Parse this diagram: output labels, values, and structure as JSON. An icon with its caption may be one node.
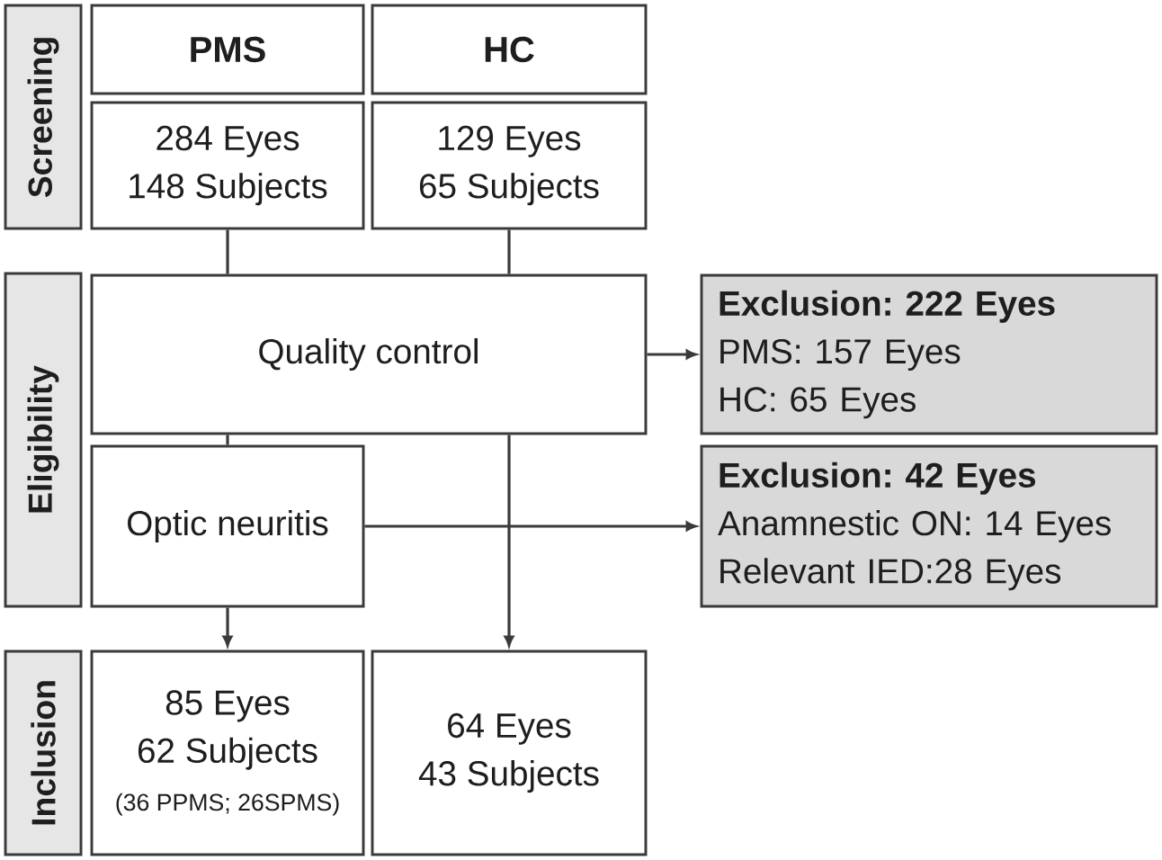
{
  "diagram": {
    "nodes": [
      {
        "text": [
          "Screening"
        ]
      },
      {
        "text": [
          "PMS"
        ]
      },
      {
        "text": [
          "HC"
        ]
      },
      {
        "text": [
          "284 Eyes",
          "148 Subjects"
        ]
      },
      {
        "text": [
          "129 Eyes",
          "65 Subjects"
        ]
      },
      {
        "text": [
          "Eligibility"
        ]
      },
      {
        "text": [
          "Quality control"
        ]
      },
      {
        "text": [
          "Exclusion: 222 Eyes",
          "PMS: 157 Eyes",
          "HC: 65 Eyes"
        ]
      },
      {
        "text": [
          "Optic neuritis"
        ]
      },
      {
        "text": [
          "Exclusion: 42 Eyes",
          "Anamnestic ON: 14 Eyes",
          "Relevant IED:28 Eyes"
        ]
      },
      {
        "text": [
          "Inclusion"
        ]
      },
      {
        "text": [
          "85 Eyes",
          "62 Subjects",
          "(36 PPMS; 26SPMS)"
        ]
      },
      {
        "text": [
          "64 Eyes",
          "43 Subjects"
        ]
      }
    ],
    "edges": [
      {
        "from": 3,
        "to": 6,
        "arrow": "none"
      },
      {
        "from": 4,
        "to": 6,
        "arrow": "none"
      },
      {
        "from": 6,
        "to": 7,
        "arrow": "to"
      },
      {
        "from": 6,
        "to": 8,
        "arrow": "none"
      },
      {
        "from": 6,
        "to": 12,
        "arrow": "to"
      },
      {
        "from": 8,
        "to": 9,
        "arrow": "to"
      },
      {
        "from": 8,
        "to": 11,
        "arrow": "to"
      }
    ]
  }
}
